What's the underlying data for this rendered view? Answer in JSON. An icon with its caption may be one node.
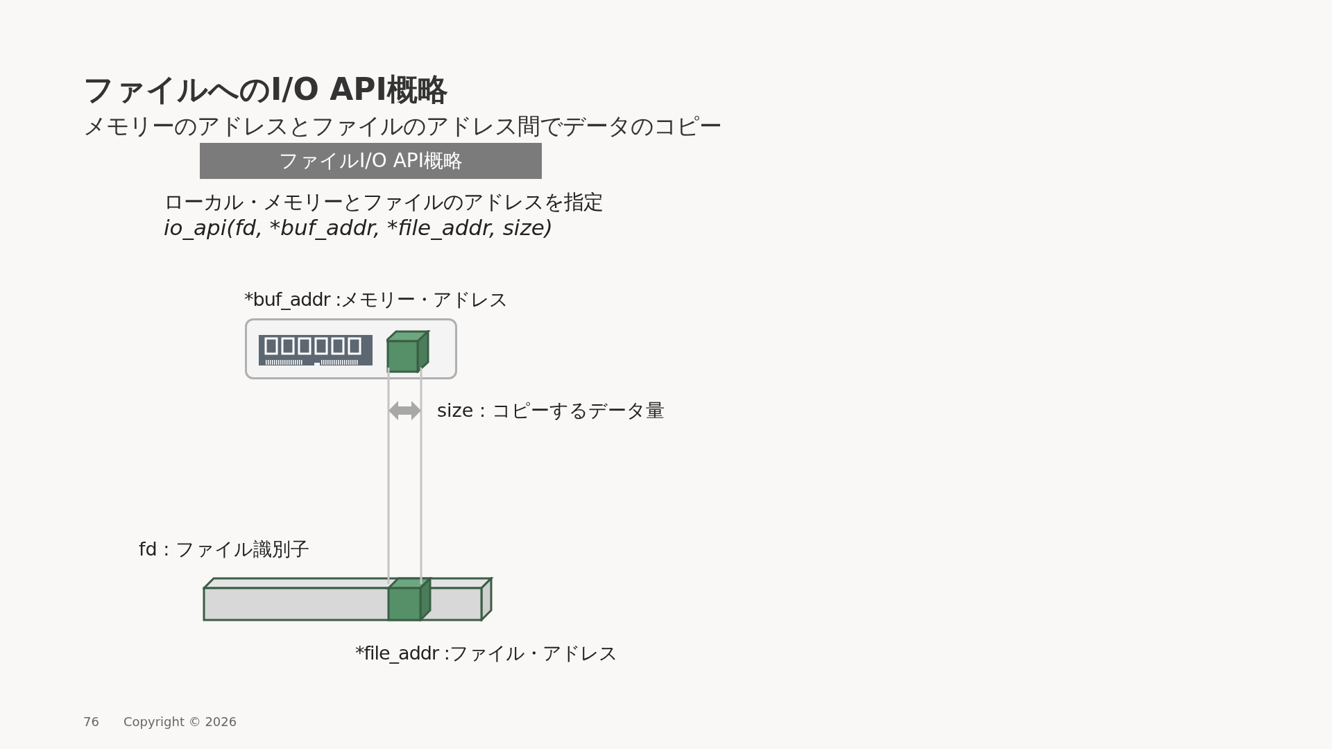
{
  "diagram": {
    "title": "ファイルへのI/O API概略",
    "caption": "メモリーのアドレスとファイルのアドレス間でデータのコピー",
    "nodes": [
      {
        "text": [
          "ファイルI/O API概略"
        ]
      },
      {
        "text": [],
        "shape": "box",
        "beside": [
          "*buf_addr :メモリー・アドレス"
        ]
      },
      {
        "text": [],
        "shape": "bar",
        "beside": [
          "fd : ファイル識別子",
          "*file_addr :ファイル・アドレス"
        ]
      }
    ],
    "labels": [
      "ローカル・メモリーとファイルのアドレスを指定",
      "io_api(fd, *buf_addr, *file_addr, size)",
      "size : コピーするデータ量",
      "76",
      "Copyright © 2026"
    ]
  }
}
